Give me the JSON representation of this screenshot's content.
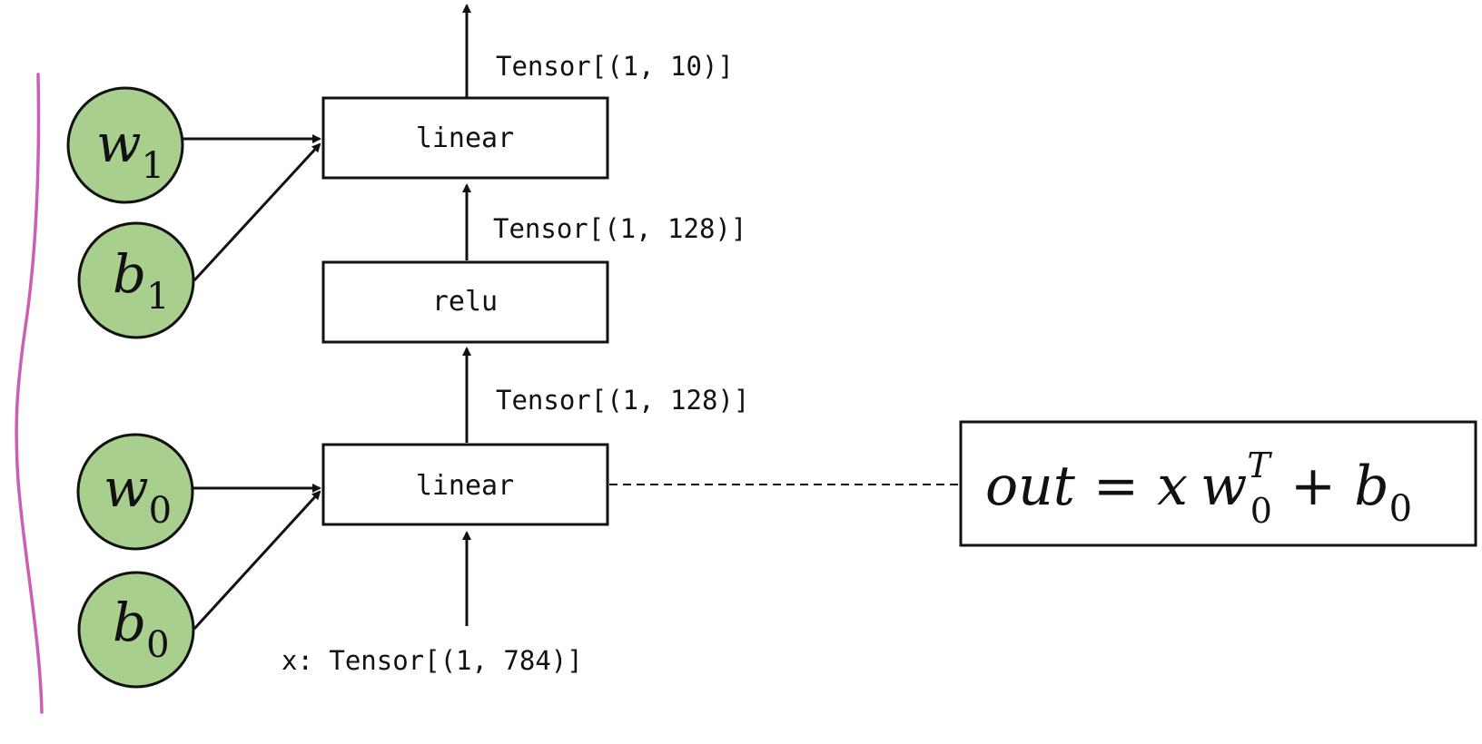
{
  "parameters": {
    "w1": {
      "base": "w",
      "sub": "1"
    },
    "b1": {
      "base": "b",
      "sub": "1"
    },
    "w0": {
      "base": "w",
      "sub": "0"
    },
    "b0": {
      "base": "b",
      "sub": "0"
    }
  },
  "ops": {
    "top_linear": "linear",
    "relu": "relu",
    "bottom_linear": "linear"
  },
  "tensors": {
    "output": "Tensor[(1, 10)]",
    "relu_out": "Tensor[(1, 128)]",
    "linear_out": "Tensor[(1, 128)]",
    "input": "x: Tensor[(1, 784)]"
  },
  "formula": {
    "lhs": "out",
    "equals": "=",
    "x": "x",
    "w": "w",
    "w_sub": "0",
    "w_sup": "T",
    "plus": "+",
    "b": "b",
    "b_sub": "0"
  },
  "colors": {
    "param_fill": "#a9cf8e",
    "bracket": "#cc5fb5",
    "stroke": "#111111"
  }
}
